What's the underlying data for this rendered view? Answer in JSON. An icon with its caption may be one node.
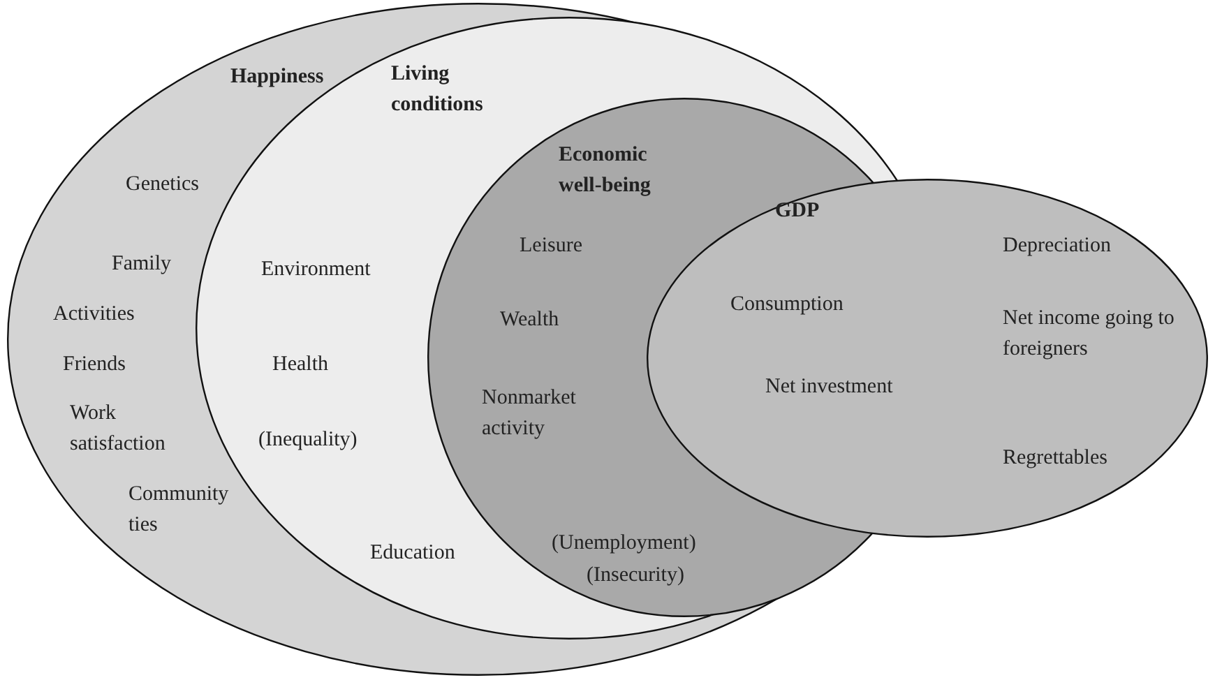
{
  "diagram": {
    "nodes": [
      {
        "text": [
          "Happiness",
          "Genetics",
          "Family",
          "Activities",
          "Friends",
          "Work satisfaction",
          "Community ties"
        ]
      },
      {
        "text": [
          "Living conditions",
          "Environment",
          "Health",
          "(Inequality)",
          "Education"
        ],
        "in": 0
      },
      {
        "text": [
          "Economic well-being",
          "Leisure",
          "Wealth",
          "Nonmarket activity",
          "(Unemployment)",
          "(Insecurity)"
        ],
        "in": 1
      },
      {
        "text": [
          "GDP",
          "Consumption",
          "Net investment",
          "Depreciation",
          "Net income going to foreigners",
          "Regrettables"
        ]
      }
    ]
  }
}
